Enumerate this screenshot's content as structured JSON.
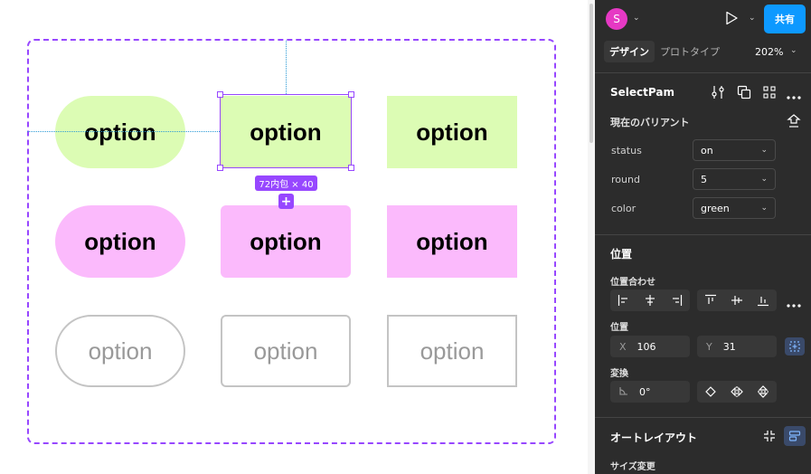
{
  "canvas": {
    "options": [
      {
        "label": "option",
        "shape": "pill",
        "style": "green"
      },
      {
        "label": "option",
        "shape": "rounded",
        "style": "green",
        "selected": true
      },
      {
        "label": "option",
        "shape": "square",
        "style": "green"
      },
      {
        "label": "option",
        "shape": "pill",
        "style": "pink"
      },
      {
        "label": "option",
        "shape": "rounded",
        "style": "pink"
      },
      {
        "label": "option",
        "shape": "square",
        "style": "pink"
      },
      {
        "label": "option",
        "shape": "pill",
        "style": "outline"
      },
      {
        "label": "option",
        "shape": "rounded",
        "style": "outline"
      },
      {
        "label": "option",
        "shape": "square",
        "style": "outline"
      }
    ],
    "selection_size": "72内包 × 40",
    "add_button": "+"
  },
  "colors": {
    "green_fill": "#dcfcb4",
    "pink_fill": "#fbbafc",
    "selection": "#9747ff",
    "guide": "#2c9bd6",
    "accent": "#0d99ff",
    "panel_bg": "#2c2c2c"
  },
  "header": {
    "avatar_letter": "S",
    "share_label": "共有"
  },
  "tabs": {
    "design": "デザイン",
    "prototype": "プロトタイプ",
    "zoom": "202%"
  },
  "component": {
    "name": "SelectPam",
    "current_variant_label": "現在のバリアント",
    "properties": [
      {
        "label": "status",
        "value": "on"
      },
      {
        "label": "round",
        "value": "5"
      },
      {
        "label": "color",
        "value": "green"
      }
    ]
  },
  "position": {
    "section_title": "位置",
    "alignment_label": "位置合わせ",
    "position_label": "位置",
    "x_key": "X",
    "x_value": "106",
    "y_key": "Y",
    "y_value": "31",
    "transform_label": "変換",
    "rotation_value": "0°"
  },
  "auto_layout": {
    "section_title": "オートレイアウト",
    "resize_label": "サイズ変更"
  },
  "icons": [
    "chevron-down-icon",
    "play-icon",
    "adjust-icon",
    "instance-icon",
    "grid-icon",
    "more-icon",
    "reset-icon",
    "align-left-icon",
    "align-h-center-icon",
    "align-right-icon",
    "align-top-icon",
    "align-v-center-icon",
    "align-bottom-icon",
    "constraints-icon",
    "rotation-icon",
    "rotate-icon",
    "flip-h-icon",
    "flip-v-icon",
    "collapse-icon",
    "auto-layout-icon"
  ]
}
